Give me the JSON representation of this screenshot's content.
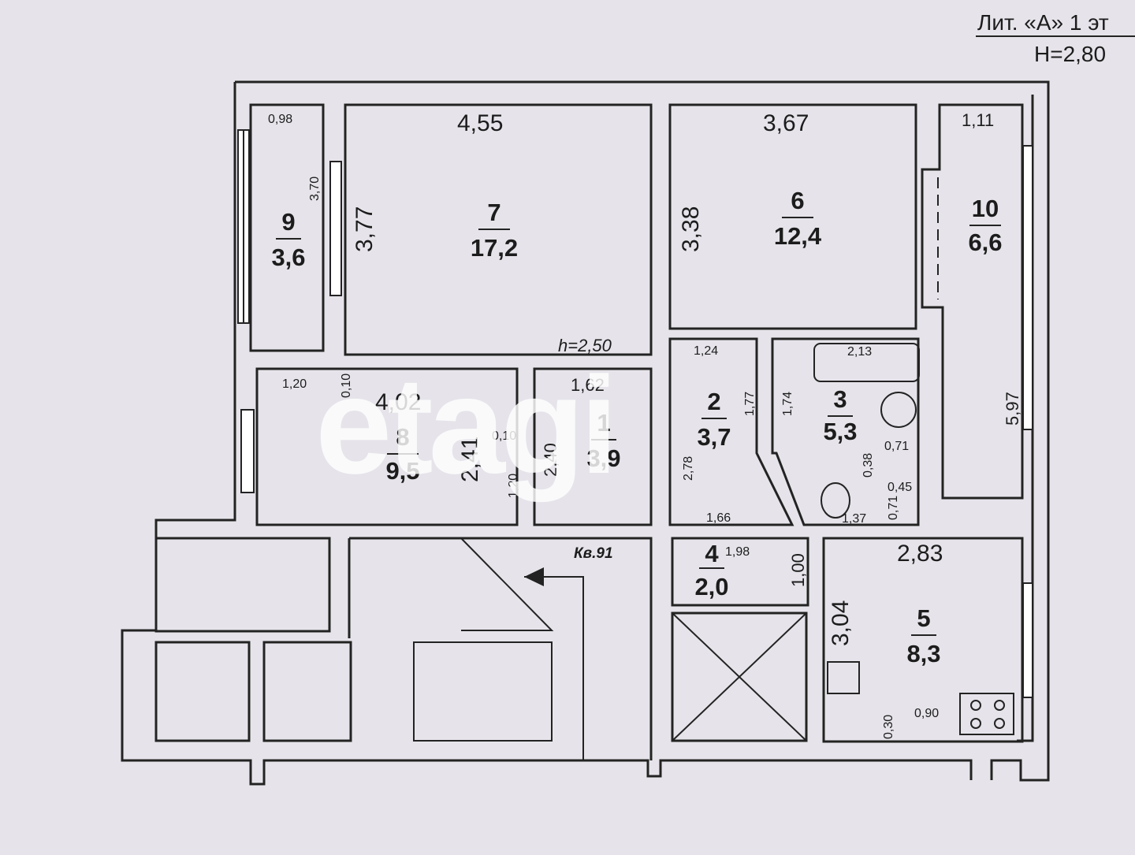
{
  "header": {
    "title": "Лит. «А» 1 эт",
    "height": "Н=2,80"
  },
  "apartment_label": "Кв.91",
  "watermark": "etagi",
  "rooms": [
    {
      "number": "1",
      "area": "3,9"
    },
    {
      "number": "2",
      "area": "3,7"
    },
    {
      "number": "3",
      "area": "5,3"
    },
    {
      "number": "4",
      "area": "2,0"
    },
    {
      "number": "5",
      "area": "8,3"
    },
    {
      "number": "6",
      "area": "12,4"
    },
    {
      "number": "7",
      "area": "17,2"
    },
    {
      "number": "8",
      "area": "9,5"
    },
    {
      "number": "9",
      "area": "3,6"
    },
    {
      "number": "10",
      "area": "6,6"
    }
  ],
  "dimensions": {
    "r9_w": "0,98",
    "r9_h": "3,70",
    "r9_b": "1,20",
    "r7_w": "4,55",
    "r7_h": "3,77",
    "r7_ceiling": "h=2,50",
    "r6_w": "3,67",
    "r6_h": "3,38",
    "r10_w": "1,11",
    "r10_h": "5,97",
    "r8_w": "4,02",
    "r8_h": "2,41",
    "r8_t1": "0,10",
    "r8_t2": "0,10",
    "r8_t3": "1,20",
    "r1_w": "1,62",
    "r1_h": "2,40",
    "r2_w": "1,24",
    "r2_h1": "1,77",
    "r2_h2": "2,78",
    "r2_b": "1,66",
    "r3_w": "2,13",
    "r3_h": "1,74",
    "r3_a": "0,71",
    "r3_b": "0,38",
    "r3_c": "0,45",
    "r3_d": "0,71",
    "r3_e": "1,37",
    "r4_w": "1,98",
    "r4_h": "1,00",
    "r5_w": "2,83",
    "r5_h": "3,04",
    "r5_a": "0,30",
    "r5_b": "0,90"
  },
  "colors": {
    "paper": "#e6e4ea",
    "ink": "#1c1c1c",
    "watermark": "#ffffff"
  }
}
